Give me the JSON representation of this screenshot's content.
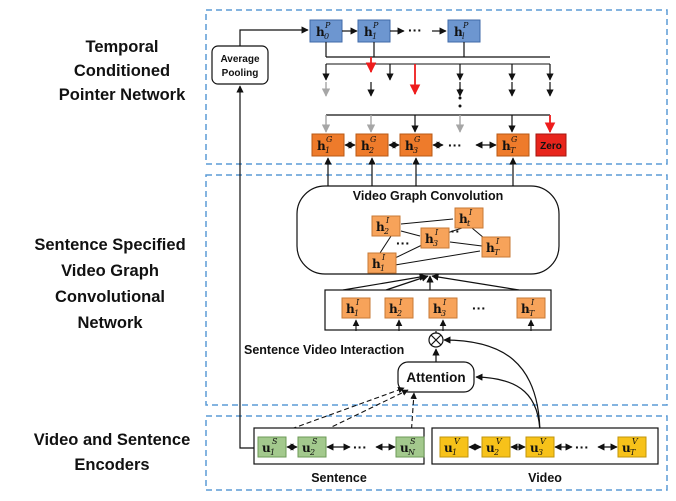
{
  "sections": {
    "pointer": [
      "Temporal",
      "Conditioned",
      "Pointer Network"
    ],
    "graph": [
      "Sentence Specified",
      "Video Graph",
      "Convolutional",
      "Network"
    ],
    "encoders": [
      "Video and Sentence",
      "Encoders"
    ]
  },
  "labels": {
    "avg_pooling": [
      "Average",
      "Pooling"
    ],
    "zero": "Zero",
    "graph_title": "Video Graph Convolution",
    "interaction": "Sentence Video Interaction",
    "attention": "Attention",
    "sentence": "Sentence",
    "video": "Video",
    "ellipsis": "···",
    "otimes": "⊗"
  },
  "nodes": {
    "pointer": [
      {
        "main": "h",
        "sub": "0",
        "sup": "P"
      },
      {
        "main": "h",
        "sub": "1",
        "sup": "P"
      },
      {
        "main": "h",
        "sub": "l",
        "sup": "P"
      }
    ],
    "gcn": [
      {
        "main": "h",
        "sub": "1",
        "sup": "G"
      },
      {
        "main": "h",
        "sub": "2",
        "sup": "G"
      },
      {
        "main": "h",
        "sub": "3",
        "sup": "G"
      },
      {
        "main": "h",
        "sub": "T",
        "sup": "G"
      }
    ],
    "graph": [
      {
        "main": "h",
        "sub": "2",
        "sup": "I"
      },
      {
        "main": "h",
        "sub": "t",
        "sup": "I"
      },
      {
        "main": "h",
        "sub": "3",
        "sup": "I"
      },
      {
        "main": "h",
        "sub": "T",
        "sup": "I"
      },
      {
        "main": "h",
        "sub": "1",
        "sup": "I"
      }
    ],
    "interaction": [
      {
        "main": "h",
        "sub": "1",
        "sup": "I"
      },
      {
        "main": "h",
        "sub": "2",
        "sup": "I"
      },
      {
        "main": "h",
        "sub": "3",
        "sup": "I"
      },
      {
        "main": "h",
        "sub": "T",
        "sup": "I"
      }
    ],
    "sentence": [
      {
        "main": "u",
        "sub": "1",
        "sup": "S"
      },
      {
        "main": "u",
        "sub": "2",
        "sup": "S"
      },
      {
        "main": "u",
        "sub": "N",
        "sup": "S"
      }
    ],
    "video": [
      {
        "main": "u",
        "sub": "1",
        "sup": "V"
      },
      {
        "main": "u",
        "sub": "2",
        "sup": "V"
      },
      {
        "main": "u",
        "sub": "3",
        "sup": "V"
      },
      {
        "main": "u",
        "sub": "T",
        "sup": "V"
      }
    ]
  },
  "colors": {
    "blue_fill": "#6d96d0",
    "blue_stroke": "#3f6aa8",
    "orange_fill": "#ee7b2b",
    "orange_stroke": "#b85a16",
    "light_orange_fill": "#f7a35a",
    "light_orange_stroke": "#c77a36",
    "green_fill": "#a3c98d",
    "green_stroke": "#6c9a57",
    "yellow_fill": "#f7c21a",
    "yellow_stroke": "#c2950b",
    "zero_fill": "#e8251c",
    "dash_border": "#5b9bd5",
    "red_arrow": "#ee1c1c",
    "gray_arrow": "#a6a6a6"
  }
}
